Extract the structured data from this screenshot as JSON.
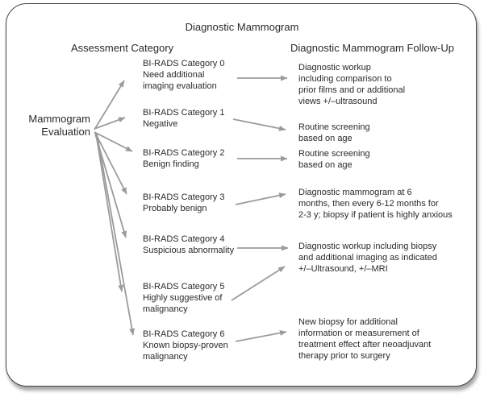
{
  "title": "Diagnostic Mammogram",
  "columns": {
    "assessment": "Assessment Category",
    "followup": "Diagnostic Mammogram Follow-Up"
  },
  "root": {
    "label": "Mammogram\nEvaluation"
  },
  "categories": [
    {
      "label": "BI-RADS Category 0\nNeed additional\nimaging evaluation"
    },
    {
      "label": "BI-RADS Category 1\nNegative"
    },
    {
      "label": "BI-RADS Category 2\nBenign finding"
    },
    {
      "label": "BI-RADS Category 3\nProbably benign"
    },
    {
      "label": "BI-RADS Category 4\nSuspicious abnormality"
    },
    {
      "label": "BI-RADS Category 5\nHighly suggestive of\nmalignancy"
    },
    {
      "label": "BI-RADS Category 6\nKnown biopsy-proven\nmalignancy"
    }
  ],
  "followups": [
    {
      "label": "Diagnostic workup\nincluding comparison to\nprior films and or additional\nviews +/–ultrasound"
    },
    {
      "label": "Routine screening\nbased on age"
    },
    {
      "label": "Routine screening\nbased on age"
    },
    {
      "label": "Diagnostic mammogram at 6\nmonths, then every 6-12 months for\n2-3 y; biopsy if patient is highly anxious"
    },
    {
      "label": "Diagnostic workup including biopsy\nand additional imaging as indicated\n+/–Ultrasound, +/–MRI"
    },
    {
      "label": "New biopsy for additional\ninformation or measurement of\ntreatment effect after neoadjuvant\ntherapy prior to surgery"
    }
  ],
  "colors": {
    "arrow": "#9b9b9b",
    "text": "#2b2a29",
    "border": "#454545",
    "background": "#ffffff"
  }
}
